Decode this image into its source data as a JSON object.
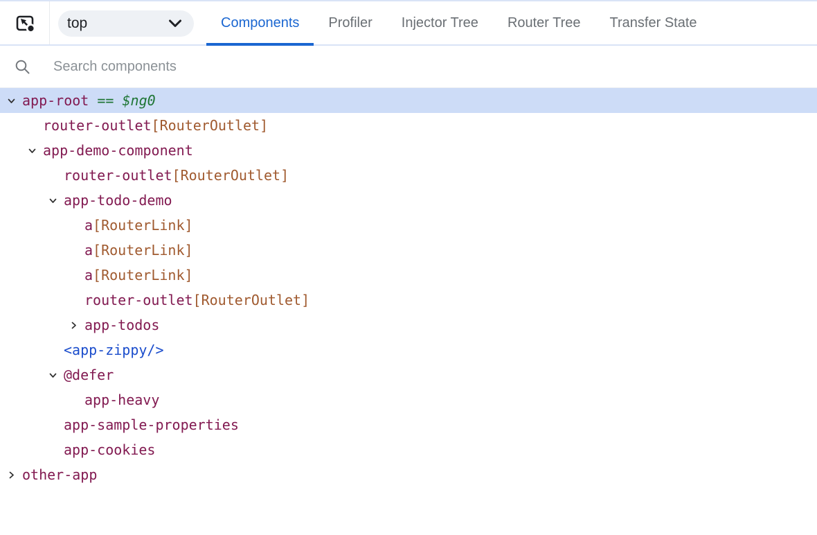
{
  "header": {
    "inspect_icon": "inspect-element-icon",
    "frame_selector": {
      "value": "top",
      "chevron_icon": "chevron-down-icon"
    },
    "tabs": [
      {
        "label": "Components",
        "active": true
      },
      {
        "label": "Profiler",
        "active": false
      },
      {
        "label": "Injector Tree",
        "active": false
      },
      {
        "label": "Router Tree",
        "active": false
      },
      {
        "label": "Transfer State",
        "active": false
      }
    ]
  },
  "search": {
    "icon": "search-icon",
    "placeholder": "Search components",
    "value": ""
  },
  "tree": {
    "nodes": [
      {
        "level": 0,
        "expand": "down",
        "selected": true,
        "parts": [
          {
            "text": "app-root",
            "kind": "element"
          },
          {
            "text": " == ",
            "kind": "match"
          },
          {
            "text": "$ng0",
            "kind": "ref"
          }
        ]
      },
      {
        "level": 1,
        "expand": "none",
        "selected": false,
        "parts": [
          {
            "text": "router-outlet",
            "kind": "element"
          },
          {
            "text": "[RouterOutlet]",
            "kind": "directive"
          }
        ]
      },
      {
        "level": 1,
        "expand": "down",
        "selected": false,
        "parts": [
          {
            "text": "app-demo-component",
            "kind": "element"
          }
        ]
      },
      {
        "level": 2,
        "expand": "none",
        "selected": false,
        "parts": [
          {
            "text": "router-outlet",
            "kind": "element"
          },
          {
            "text": "[RouterOutlet]",
            "kind": "directive"
          }
        ]
      },
      {
        "level": 2,
        "expand": "down",
        "selected": false,
        "parts": [
          {
            "text": "app-todo-demo",
            "kind": "element"
          }
        ]
      },
      {
        "level": 3,
        "expand": "none",
        "selected": false,
        "parts": [
          {
            "text": "a",
            "kind": "element"
          },
          {
            "text": "[RouterLink]",
            "kind": "directive"
          }
        ]
      },
      {
        "level": 3,
        "expand": "none",
        "selected": false,
        "parts": [
          {
            "text": "a",
            "kind": "element"
          },
          {
            "text": "[RouterLink]",
            "kind": "directive"
          }
        ]
      },
      {
        "level": 3,
        "expand": "none",
        "selected": false,
        "parts": [
          {
            "text": "a",
            "kind": "element"
          },
          {
            "text": "[RouterLink]",
            "kind": "directive"
          }
        ]
      },
      {
        "level": 3,
        "expand": "none",
        "selected": false,
        "parts": [
          {
            "text": "router-outlet",
            "kind": "element"
          },
          {
            "text": "[RouterOutlet]",
            "kind": "directive"
          }
        ]
      },
      {
        "level": 3,
        "expand": "right",
        "selected": false,
        "parts": [
          {
            "text": "app-todos",
            "kind": "element"
          }
        ]
      },
      {
        "level": 2,
        "expand": "none",
        "selected": false,
        "parts": [
          {
            "text": "<app-zippy/>",
            "kind": "zippy"
          }
        ]
      },
      {
        "level": 2,
        "expand": "down",
        "selected": false,
        "parts": [
          {
            "text": "@defer",
            "kind": "element"
          }
        ]
      },
      {
        "level": 3,
        "expand": "none",
        "selected": false,
        "parts": [
          {
            "text": "app-heavy",
            "kind": "element"
          }
        ]
      },
      {
        "level": 2,
        "expand": "none",
        "selected": false,
        "parts": [
          {
            "text": "app-sample-properties",
            "kind": "element"
          }
        ]
      },
      {
        "level": 2,
        "expand": "none",
        "selected": false,
        "parts": [
          {
            "text": "app-cookies",
            "kind": "element"
          }
        ]
      },
      {
        "level": 0,
        "expand": "right",
        "selected": false,
        "parts": [
          {
            "text": "other-app",
            "kind": "element"
          }
        ]
      }
    ]
  },
  "colors": {
    "accent_blue": "#1a66d1",
    "selected_row_bg": "#cddcf7",
    "element_name": "#821a51",
    "directive_name": "#a05a2f",
    "reference_green": "#1e7534",
    "zippy_blue": "#1b4dcc",
    "inactive_tab_gray": "#6a6f74",
    "header_border": "#d9e3f6"
  }
}
